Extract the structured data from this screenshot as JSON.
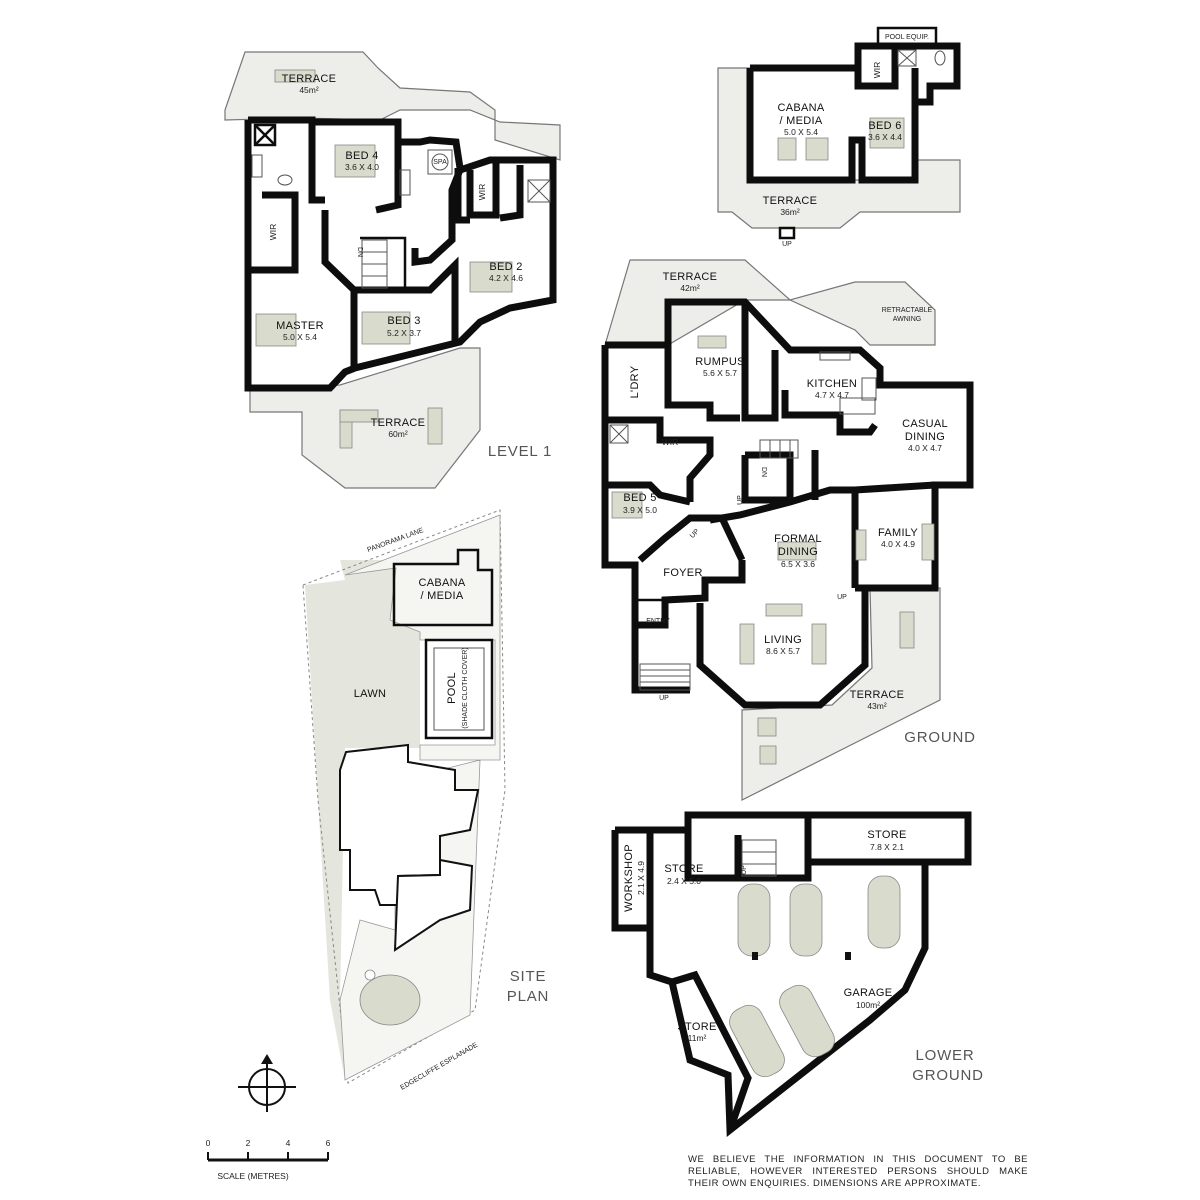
{
  "levels": {
    "level1": "LEVEL 1",
    "ground": "GROUND",
    "lower_ground": "LOWER",
    "lower_ground_2": "GROUND",
    "site_plan": "SITE",
    "site_plan_2": "PLAN"
  },
  "level1_rooms": {
    "terrace_top": {
      "name": "TERRACE",
      "dim": "45m²"
    },
    "bed4": {
      "name": "BED 4",
      "dim": "3.6 X 4.0"
    },
    "spa": "SPA",
    "wir1": "WIR",
    "wir2": "WIR",
    "dn": "DN",
    "bed2": {
      "name": "BED 2",
      "dim": "4.2 X 4.6"
    },
    "master": {
      "name": "MASTER",
      "dim": "5.0 X 5.4"
    },
    "bed3": {
      "name": "BED 3",
      "dim": "5.2 X 3.7"
    },
    "terrace_bottom": {
      "name": "TERRACE",
      "dim": "60m²"
    }
  },
  "cabana_rooms": {
    "pool_equip": "POOL EQUIP.",
    "wir": "WIR",
    "cabana": {
      "name": "CABANA",
      "name2": "/ MEDIA",
      "dim": "5.0 X 5.4"
    },
    "bed6": {
      "name": "BED 6",
      "dim": "3.6 X 4.4"
    },
    "terrace": {
      "name": "TERRACE",
      "dim": "36m²"
    },
    "up": "UP"
  },
  "ground_rooms": {
    "terrace_top": {
      "name": "TERRACE",
      "dim": "42m²"
    },
    "retractable": "RETRACTABLE",
    "awning": "AWNING",
    "rumpus": {
      "name": "RUMPUS",
      "dim": "5.6 X 5.7"
    },
    "ldry": "L'DRY",
    "kitchen": {
      "name": "KITCHEN",
      "dim": "4.7 X 4.7"
    },
    "casual": {
      "name": "CASUAL",
      "name2": "DINING",
      "dim": "4.0 X 4.7"
    },
    "wir": "WIR",
    "dn": "DN",
    "up1": "UP",
    "up2": "UP",
    "up3": "UP",
    "up4": "UP",
    "bed5": {
      "name": "BED 5",
      "dim": "3.9 X 5.0"
    },
    "formal": {
      "name": "FORMAL",
      "name2": "DINING",
      "dim": "6.5 X 3.6"
    },
    "family": {
      "name": "FAMILY",
      "dim": "4.0 X 4.9"
    },
    "foyer": "FOYER",
    "entry": "ENTRY",
    "living": {
      "name": "LIVING",
      "dim": "8.6 X 5.7"
    },
    "terrace_bottom": {
      "name": "TERRACE",
      "dim": "43m²"
    }
  },
  "lower_rooms": {
    "store_top": {
      "name": "STORE",
      "dim": "7.8 X 2.1"
    },
    "workshop": {
      "name": "WORKSHOP",
      "dim": "2.1 X 4.9"
    },
    "store_mid": {
      "name": "STORE",
      "dim": "2.4 X 5.0"
    },
    "up": "UP",
    "garage": {
      "name": "GARAGE",
      "dim": "100m²"
    },
    "store_low": {
      "name": "STORE",
      "dim": "11m²"
    }
  },
  "site": {
    "panorama": "PANORAMA LANE",
    "cabana": "CABANA",
    "cabana2": "/ MEDIA",
    "lawn": "LAWN",
    "pool": "POOL",
    "pool_note": "(SHADE CLOTH COVER)",
    "esplanade": "EDGECLIFFE ESPLANADE"
  },
  "scale": {
    "ticks": [
      "0",
      "2",
      "4",
      "6"
    ],
    "label": "SCALE (METRES)"
  },
  "disclaimer": "We believe the information in this document to be reliable, however interested persons should make their own enquiries. Dimensions are approximate."
}
